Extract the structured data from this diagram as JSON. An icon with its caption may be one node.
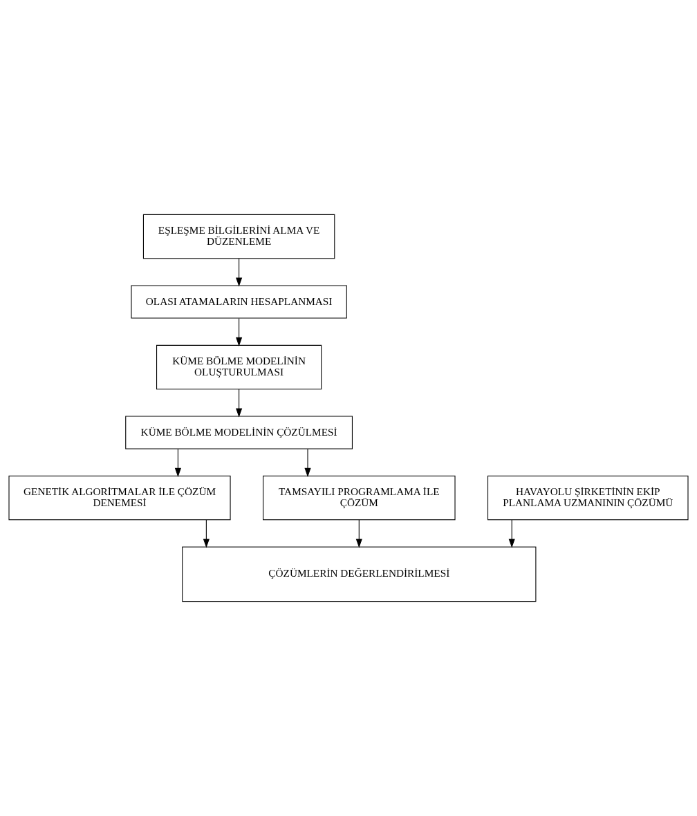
{
  "diagram": {
    "nodes": [
      {
        "text": [
          "EŞLEŞME BİLGİLERİNİ ALMA VE DÜZENLEME"
        ]
      },
      {
        "text": [
          "OLASI ATAMALARIN HESAPLANMASI"
        ]
      },
      {
        "text": [
          "KÜME BÖLME MODELİNİN OLUŞTURULMASI"
        ]
      },
      {
        "text": [
          "KÜME BÖLME MODELİNİN ÇÖZÜLMESİ"
        ]
      },
      {
        "text": [
          "GENETİK ALGORİTMALAR İLE ÇÖZÜM DENEMESİ"
        ]
      },
      {
        "text": [
          "TAMSAYILI PROGRAMLAMA İLE ÇÖZÜM"
        ]
      },
      {
        "text": [
          "HAVAYOLU ŞİRKETİNİN EKİP PLANLAMA UZMANININ ÇÖZÜMÜ"
        ]
      },
      {
        "text": [
          "ÇÖZÜMLERİN DEĞERLENDİRİLMESİ"
        ]
      }
    ],
    "edges": [
      {
        "from": 0,
        "to": 1,
        "arrow": "to"
      },
      {
        "from": 1,
        "to": 2,
        "arrow": "to"
      },
      {
        "from": 2,
        "to": 3,
        "arrow": "to"
      },
      {
        "from": 3,
        "to": 4,
        "arrow": "to"
      },
      {
        "from": 3,
        "to": 5,
        "arrow": "to"
      },
      {
        "from": 4,
        "to": 7,
        "arrow": "to"
      },
      {
        "from": 6,
        "to": 7,
        "arrow": "to"
      },
      {
        "from": 5,
        "to": 7,
        "arrow": "to"
      }
    ]
  }
}
